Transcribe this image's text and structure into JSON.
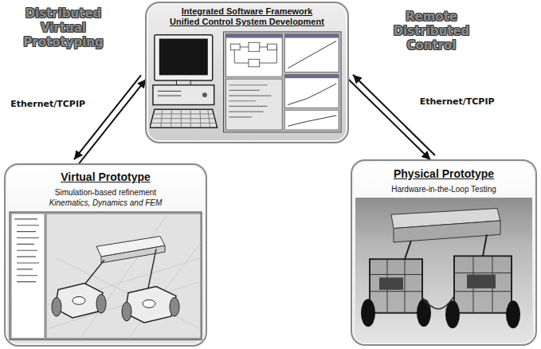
{
  "diagram": {
    "nodes": [
      {
        "text": [
          "Integrated Software Framework",
          "Unified Control System Development"
        ]
      },
      {
        "text": [
          "Virtual Prototype",
          "Simulation-based refinement",
          "Kinematics, Dynamics and FEM"
        ]
      },
      {
        "text": [
          "Physical Prototype",
          "Hardware-in-the-Loop Testing"
        ]
      }
    ],
    "edges": [
      {
        "from": 0,
        "to": 1,
        "arrow": "both",
        "label": "Ethernet/TCPIP"
      },
      {
        "from": 0,
        "to": 2,
        "arrow": "both",
        "label": "Ethernet/TCPIP"
      }
    ],
    "labels": [
      "Distributed Virtual Prototyping",
      "Remote Distributed Control"
    ]
  }
}
